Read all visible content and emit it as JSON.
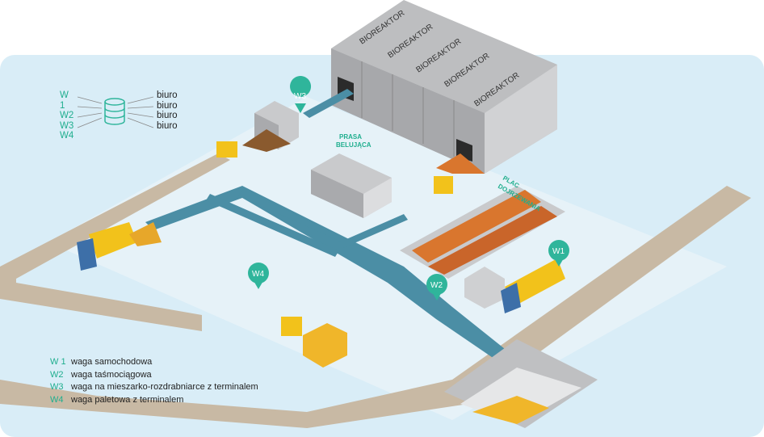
{
  "buildings": {
    "bioreactor_labels": [
      "BIOREAKTOR",
      "BIOREAKTOR",
      "BIOREAKTOR",
      "BIOREAKTOR",
      "BIOREAKTOR"
    ],
    "press_label": [
      "PRASA",
      "BELUJĄCA"
    ],
    "maturing_label": [
      "PLAC",
      "DOJRZEWANIA"
    ]
  },
  "pins": [
    "W1",
    "W2",
    "W3",
    "W4"
  ],
  "database": {
    "inputs": [
      "W 1",
      "W2",
      "W3",
      "W4"
    ],
    "outputs": [
      "biuro",
      "biuro",
      "biuro",
      "biuro"
    ]
  },
  "legend": [
    {
      "code": "W 1",
      "label": "waga samochodowa"
    },
    {
      "code": "W2",
      "label": "waga taśmociągowa"
    },
    {
      "code": "W3",
      "label": "waga na mieszarko-rozdrabniarce z terminalem"
    },
    {
      "code": "W4",
      "label": "waga paletowa z terminalem"
    }
  ],
  "colors": {
    "panel": "#d9edf7",
    "teal": "#2fb59b",
    "conveyor": "#4b8ea5",
    "road": "#c8b9a4",
    "orange": "#d9762e",
    "yellow": "#f2c21b"
  }
}
